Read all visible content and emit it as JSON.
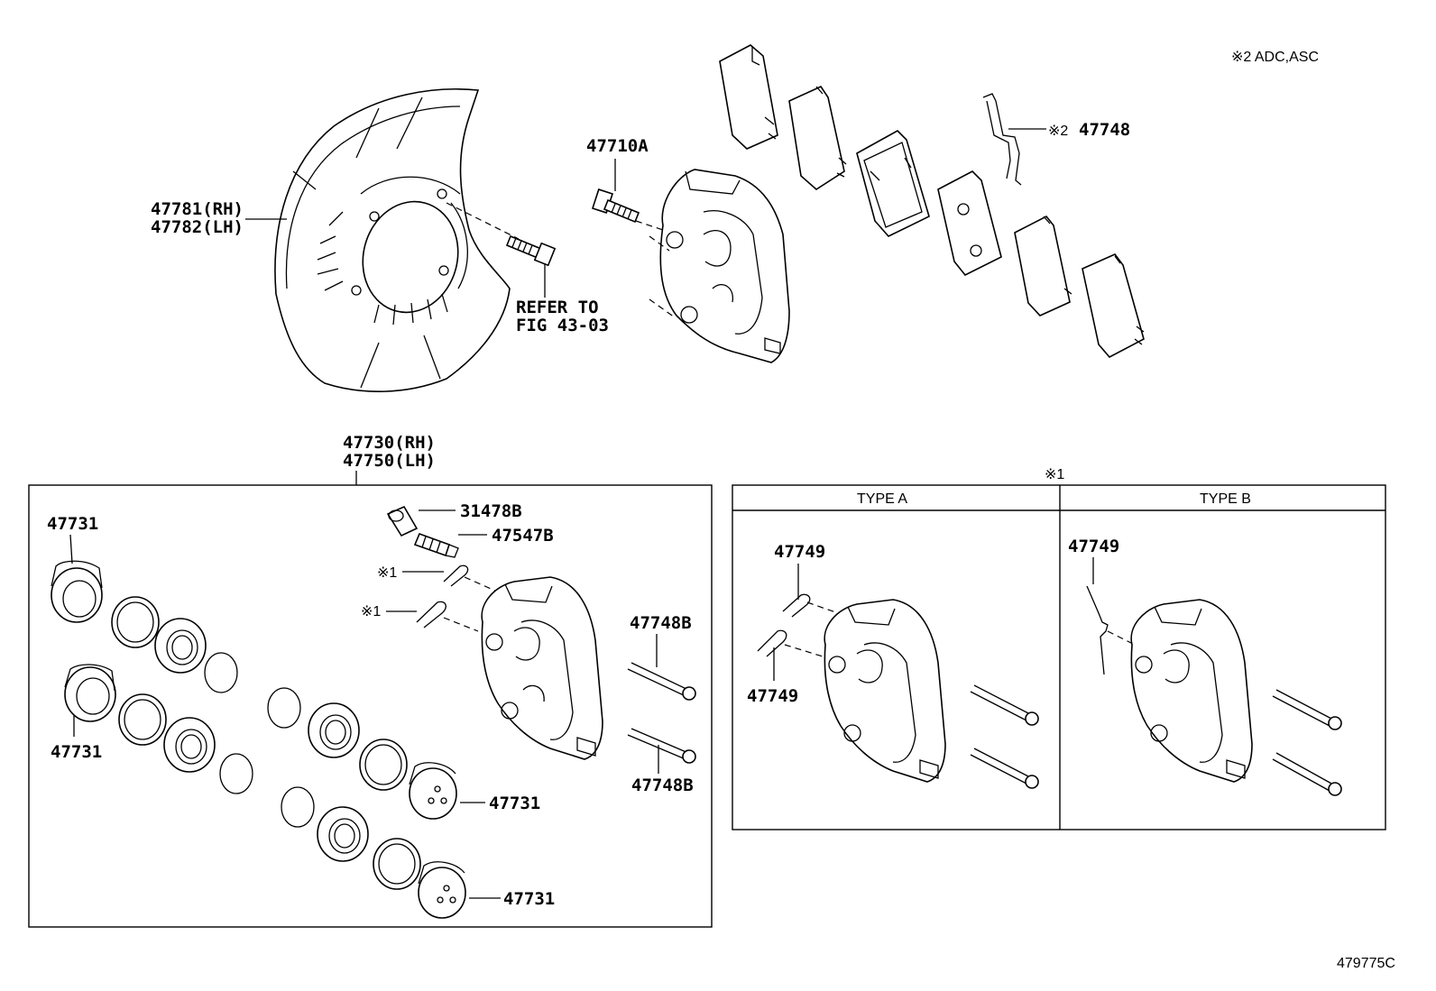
{
  "note_top": "※2 ADC,ASC",
  "ref_code": "479775C",
  "shield": {
    "label_rh": "47781(RH)",
    "label_lh": "47782(LH)",
    "refer_line1": "REFER TO",
    "refer_line2": "FIG 43-03"
  },
  "bolt_label": "47710A",
  "sensor": {
    "mark": "※2",
    "label": "47748"
  },
  "caliper_assy": {
    "label_rh": "47730(RH)",
    "label_lh": "47750(LH)"
  },
  "left_box": {
    "piston_top_left": "47731",
    "piston_mid_left": "47731",
    "piston_right_1": "47731",
    "piston_right_2": "47731",
    "cap": "31478B",
    "bleeder": "47547B",
    "clip_mark_1": "※1",
    "clip_mark_2": "※1",
    "pin_top": "47748B",
    "pin_bottom": "47748B"
  },
  "right_box": {
    "mark": "※1",
    "type_a": {
      "title": "TYPE A",
      "clip_top": "47749",
      "clip_bottom": "47749"
    },
    "type_b": {
      "title": "TYPE B",
      "wire": "47749"
    }
  }
}
